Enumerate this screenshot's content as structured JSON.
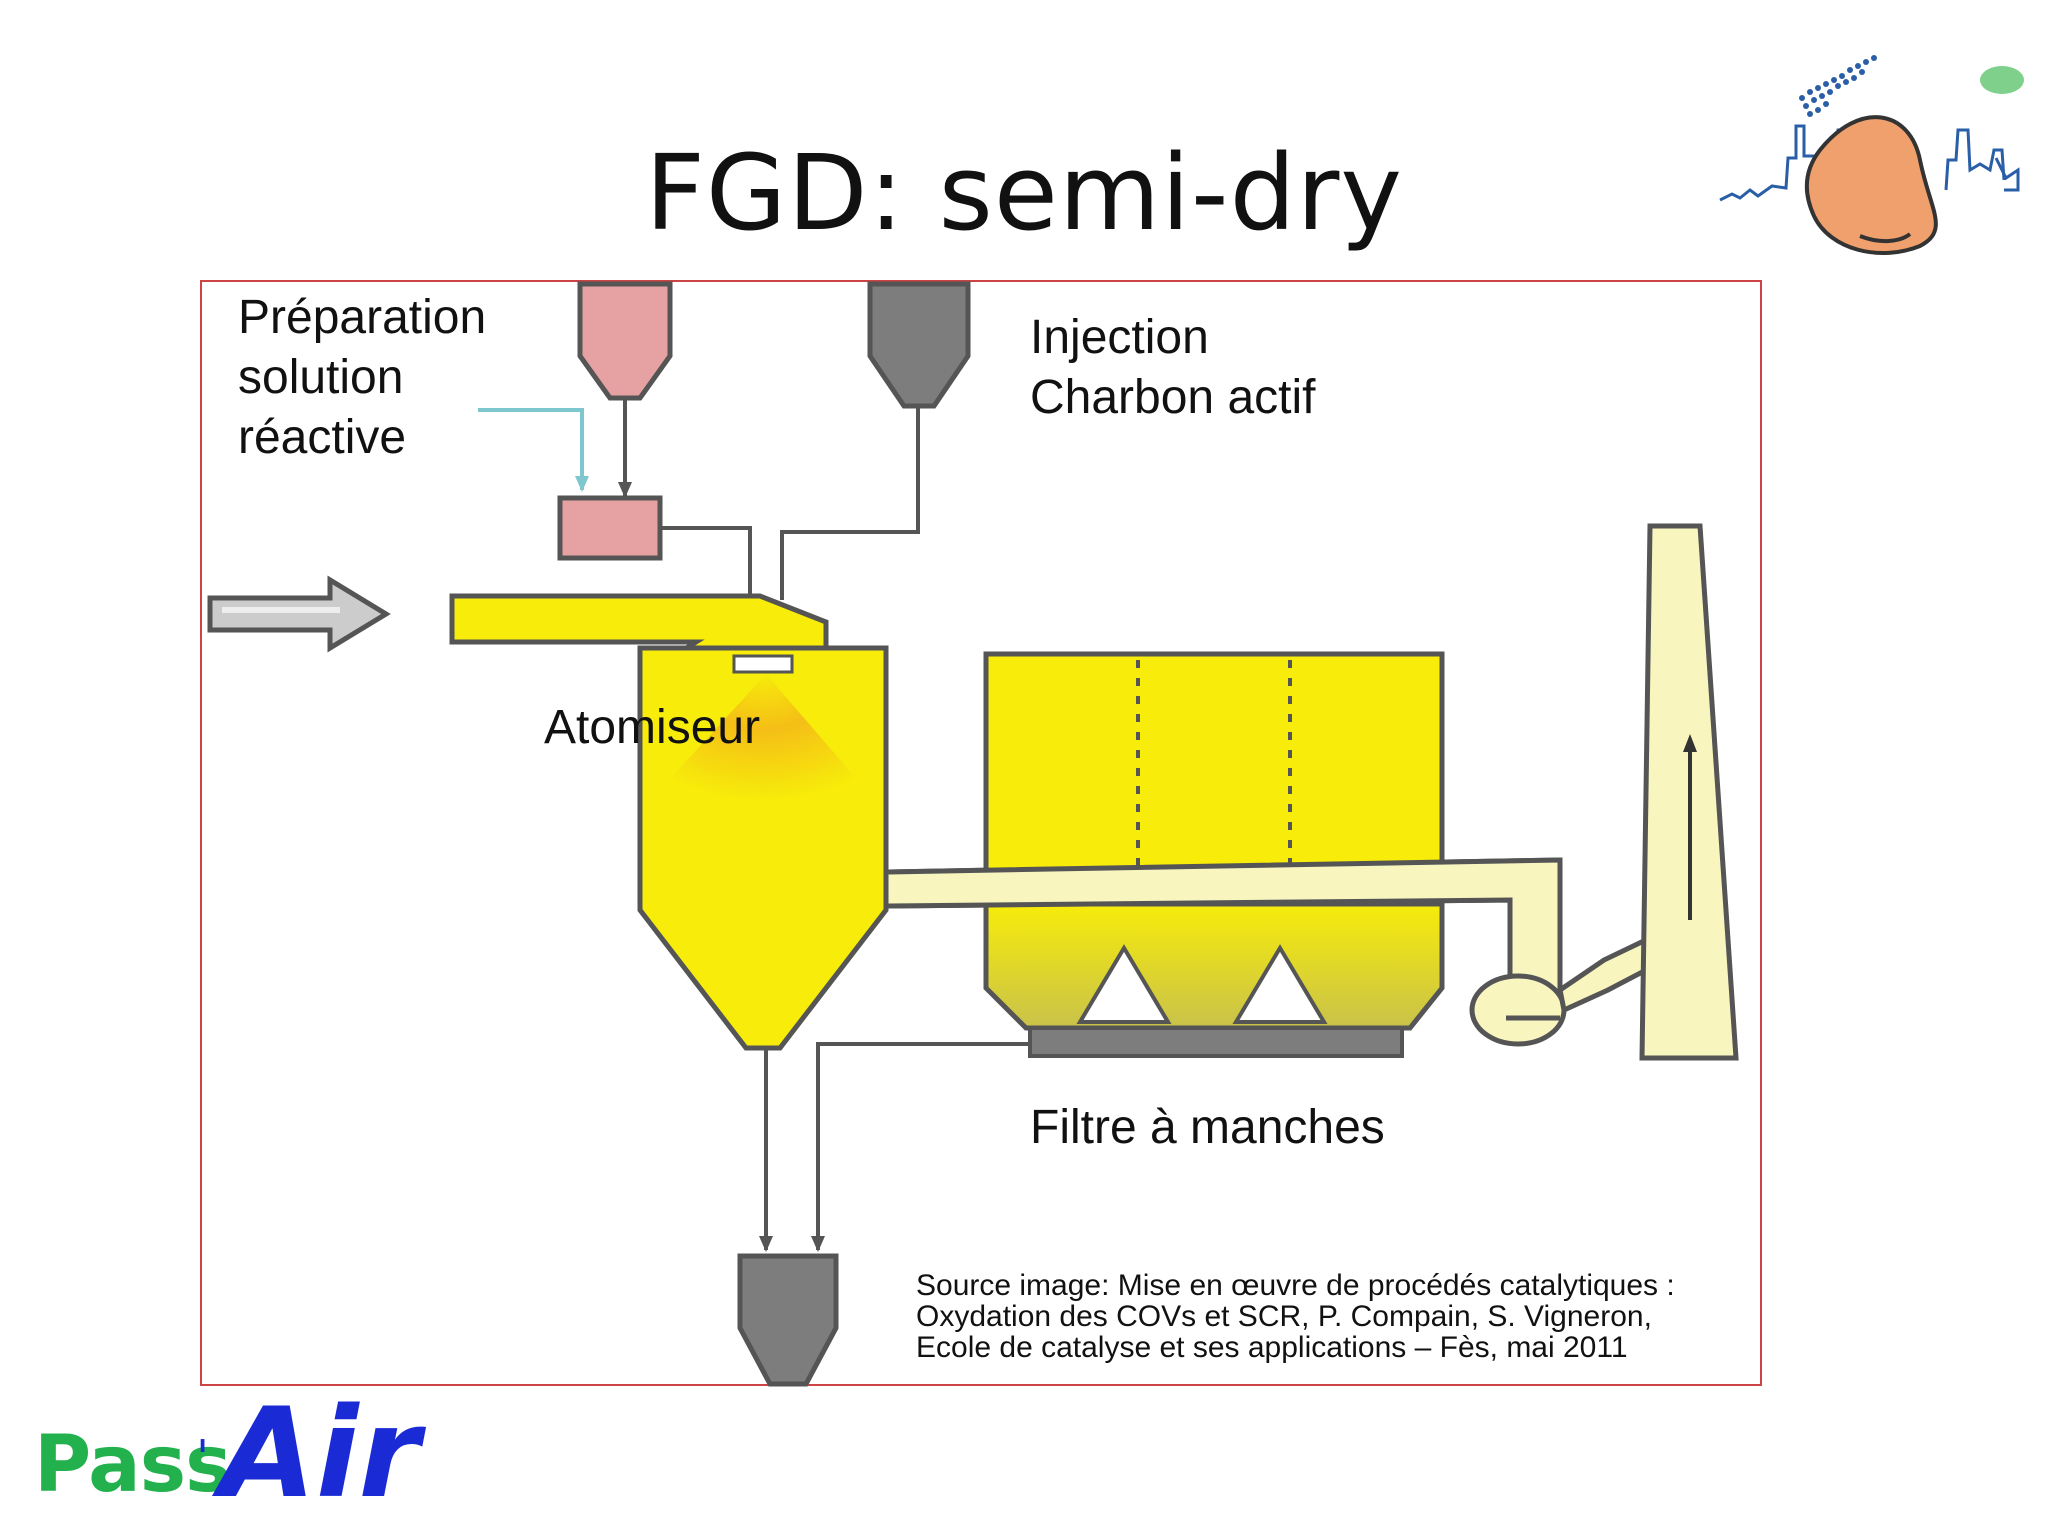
{
  "slide": {
    "title": "FGD: semi-dry"
  },
  "diagram": {
    "labels": {
      "preparation": [
        "Préparation",
        "solution",
        "réactive"
      ],
      "injection": [
        "Injection",
        "Charbon actif"
      ],
      "atomizer": "Atomiseur",
      "bag_filter": "Filtre à manches"
    },
    "source_lines": [
      "Source image: Mise en œuvre de procédés catalytiques :",
      "Oxydation des COVs et SCR, P. Compain, S. Vigneron,",
      "Ecole de catalyse et ses applications – Fès, mai 2011"
    ],
    "colors": {
      "vessel_yellow": "#f7ec0a",
      "duct_cream": "#f8f5bf",
      "reagent_pink": "#e6a2a2",
      "carbon_grey": "#7d7d7d",
      "spray_orange": "#f2a21a",
      "water_line": "#7fc7cf",
      "frame_red": "#cc4444"
    }
  },
  "logo": {
    "pass_text": "Pass",
    "apostrophe": "'",
    "air_text": "Air",
    "colors": {
      "pass": "#22b14c",
      "air": "#1a2bd6"
    }
  },
  "corner_icon": "nose-smokestack-icon"
}
